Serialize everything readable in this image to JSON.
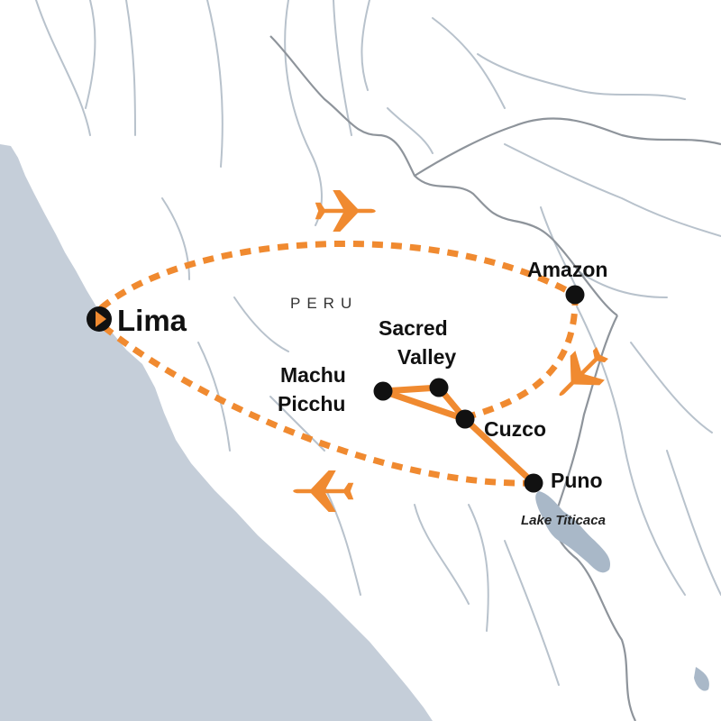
{
  "colors": {
    "ocean": "#c5ced9",
    "land": "#ffffff",
    "rivers": "#b8c2cc",
    "borders": "#8e949b",
    "lake": "#a9b8c8",
    "route": "#f08a30",
    "marker": "#111111"
  },
  "labels": {
    "country": "PERU",
    "lake": "Lake Titicaca"
  },
  "places": [
    {
      "id": "lima",
      "label": "Lima",
      "kind": "start"
    },
    {
      "id": "amazon",
      "label": "Amazon",
      "kind": "stop"
    },
    {
      "id": "sacred-valley",
      "label_lines": [
        "Sacred",
        "Valley"
      ],
      "kind": "stop"
    },
    {
      "id": "machu-picchu",
      "label_lines": [
        "Machu",
        "Picchu"
      ],
      "kind": "stop"
    },
    {
      "id": "cuzco",
      "label": "Cuzco",
      "kind": "stop"
    },
    {
      "id": "puno",
      "label": "Puno",
      "kind": "stop"
    }
  ],
  "routes": [
    {
      "from": "lima",
      "to": "amazon",
      "mode": "flight"
    },
    {
      "from": "amazon",
      "to": "cuzco",
      "mode": "flight"
    },
    {
      "from": "puno",
      "to": "lima",
      "mode": "flight"
    },
    {
      "from": "cuzco",
      "to": "sacred-valley",
      "mode": "overland"
    },
    {
      "from": "sacred-valley",
      "to": "machu-picchu",
      "mode": "overland"
    },
    {
      "from": "machu-picchu",
      "to": "cuzco",
      "mode": "overland"
    },
    {
      "from": "cuzco",
      "to": "puno",
      "mode": "overland"
    }
  ],
  "icons": [
    "airplane-icon",
    "location-marker-icon",
    "start-marker-icon"
  ]
}
